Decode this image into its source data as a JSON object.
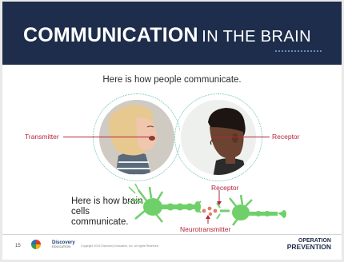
{
  "banner": {
    "title_bold": "COMMUNICATION",
    "title_light": "IN THE BRAIN"
  },
  "subtitle": "Here is how people communicate.",
  "labels": {
    "transmitter": "Transmitter",
    "receptor": "Receptor",
    "neuron_receptor": "Receptor",
    "neurotransmitter": "Neurotransmitter"
  },
  "brain_text": "Here is how brain cells communicate.",
  "footer": {
    "page_number": "15",
    "discovery_word": "Discovery",
    "discovery_sub": "EDUCATION",
    "copyright": "Copyright 2019 Discovery Education, Inc. All rights Reserved.",
    "operation_line1": "OPERATION",
    "operation_line2": "PREVENTION"
  },
  "colors": {
    "banner": "#1d2d4b",
    "accent_red": "#b3263c",
    "neuron_green": "#6fd06a",
    "ring_teal": "#6fc3b8"
  }
}
